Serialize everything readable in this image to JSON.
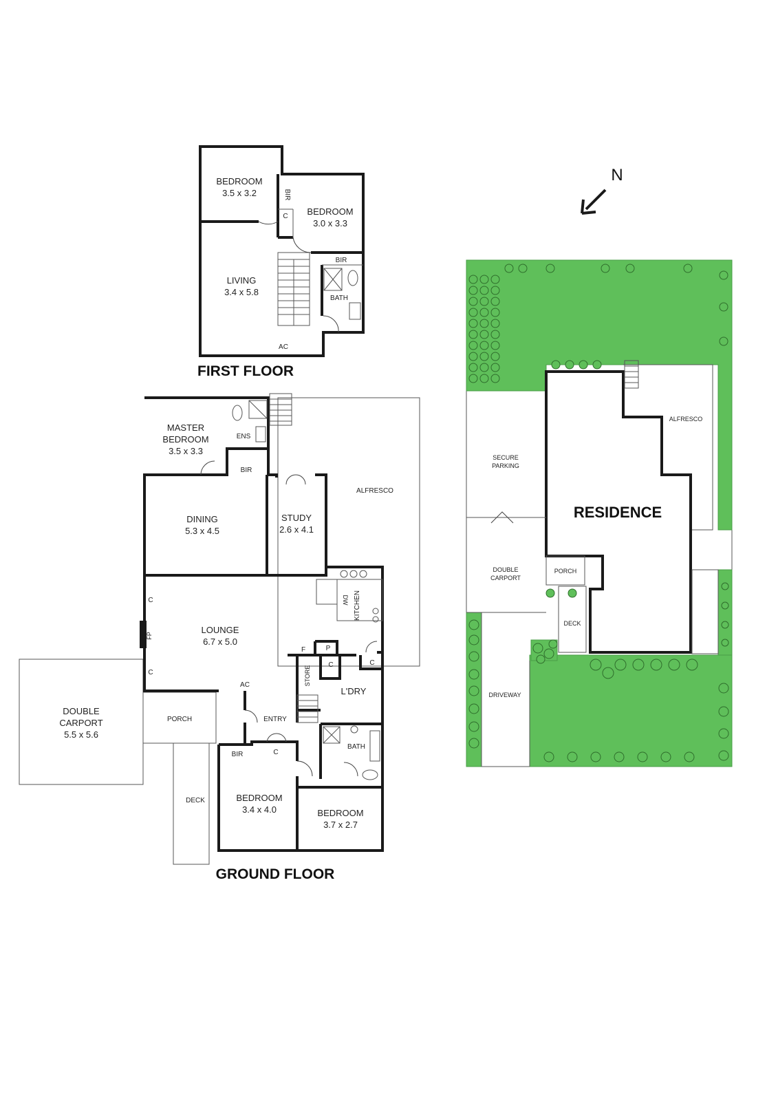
{
  "headings": {
    "first_floor": "FIRST FLOOR",
    "ground_floor": "GROUND FLOOR",
    "north": "N",
    "residence": "RESIDENCE"
  },
  "first_floor": {
    "bedroom_1": {
      "name": "BEDROOM",
      "size": "3.5 x 3.2"
    },
    "bedroom_2": {
      "name": "BEDROOM",
      "size": "3.0 x 3.3"
    },
    "living": {
      "name": "LIVING",
      "size": "3.4 x 5.8"
    },
    "bir_vertical": "BIR",
    "closet": "C",
    "bir": "BIR",
    "bath": "BATH",
    "ac": "AC"
  },
  "ground_floor": {
    "master_bedroom": {
      "name_line1": "MASTER",
      "name_line2": "BEDROOM",
      "size": "3.5 x 3.3"
    },
    "ens": "ENS",
    "bir_master": "BIR",
    "dining": {
      "name": "DINING",
      "size": "5.3 x 4.5"
    },
    "study": {
      "name": "STUDY",
      "size": "2.6 x 4.1"
    },
    "alfresco": "ALFRESCO",
    "lounge": {
      "name": "LOUNGE",
      "size": "6.7 x 5.0"
    },
    "closet_1": "C",
    "fp": "FP",
    "closet_2": "C",
    "dw": "DW",
    "kitchen": "KITCHEN",
    "fridge": "F",
    "pantry": "P",
    "closet_3": "C",
    "closet_4": "C",
    "store": "STORE",
    "laundry": "L'DRY",
    "ac": "AC",
    "entry": "ENTRY",
    "porch": "PORCH",
    "carport": {
      "line1": "DOUBLE",
      "line2": "CARPORT",
      "size": "5.5 x 5.6"
    },
    "bath": "BATH",
    "bir_bed": "BIR",
    "closet_5": "C",
    "deck": "DECK",
    "bedroom_3": {
      "name": "BEDROOM",
      "size": "3.4 x 4.0"
    },
    "bedroom_4": {
      "name": "BEDROOM",
      "size": "3.7 x 2.7"
    }
  },
  "site": {
    "secure_parking_line1": "SECURE",
    "secure_parking_line2": "PARKING",
    "alfresco": "ALFRESCO",
    "carport_line1": "DOUBLE",
    "carport_line2": "CARPORT",
    "porch": "PORCH",
    "deck": "DECK",
    "driveway": "DRIVEWAY"
  },
  "colors": {
    "lawn": "#5fbf5a",
    "walls": "#1a1a1a",
    "background": "#ffffff"
  }
}
